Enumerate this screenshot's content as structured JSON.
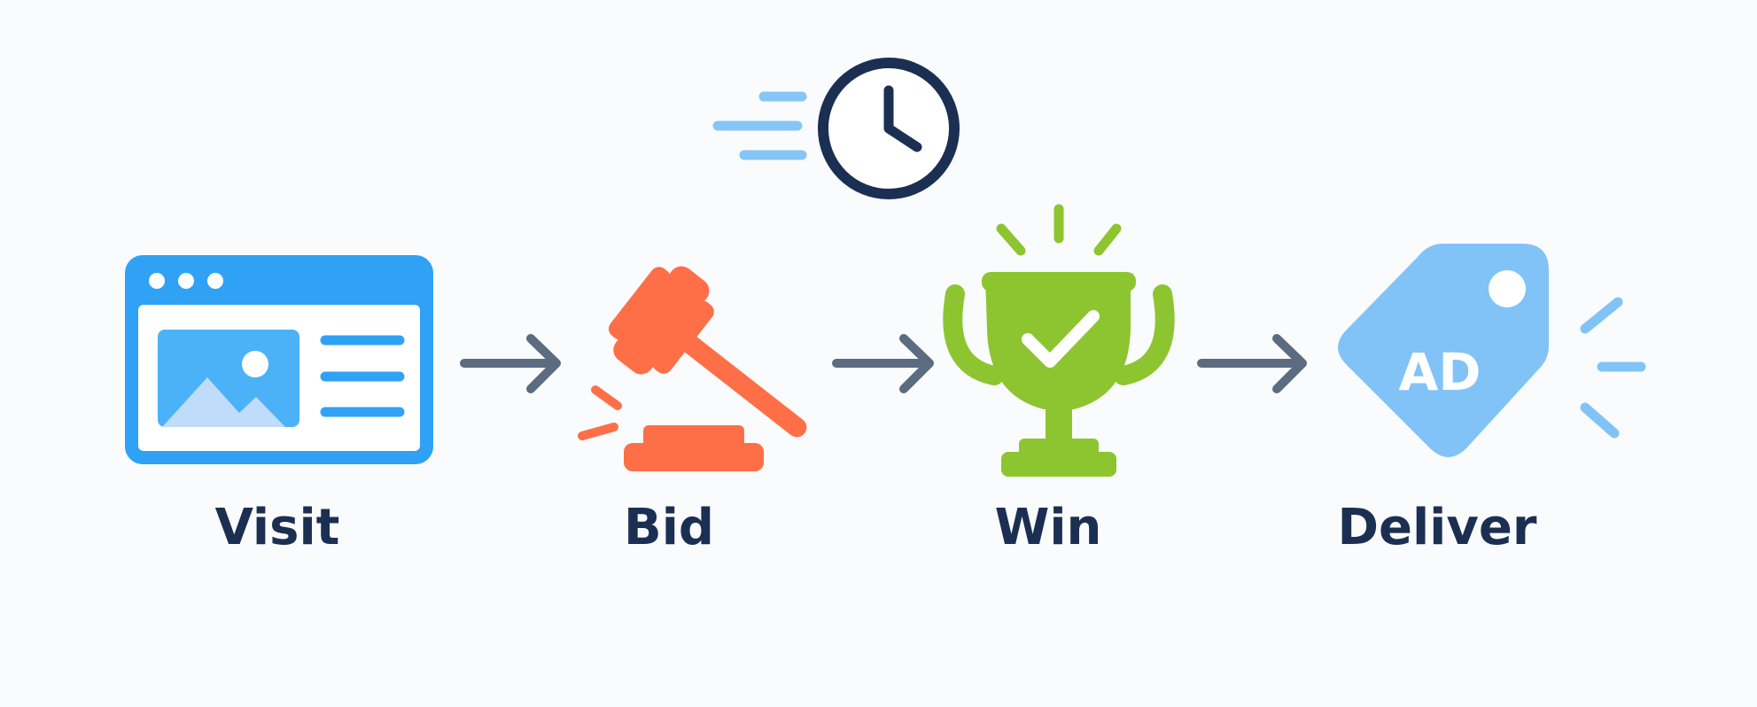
{
  "colors": {
    "background": "#fafbfc",
    "visit_blue": "#2fa2f5",
    "visit_light": "#bfdcfa",
    "bid_orange": "#ff6f47",
    "win_green": "#8dc530",
    "deliver_blue": "#82c3f7",
    "navy": "#1b2f52",
    "arrow_gray": "#5b6b80",
    "speed_lines": "#86c6f7"
  },
  "icons": {
    "timer": "clock-icon",
    "visit": "browser-window-icon",
    "bid": "gavel-icon",
    "win": "trophy-check-icon",
    "deliver": "ad-tag-icon",
    "connector": "arrow-right-icon"
  },
  "steps": [
    {
      "label": "Visit"
    },
    {
      "label": "Bid"
    },
    {
      "label": "Win"
    },
    {
      "label": "Deliver"
    }
  ],
  "deliver_tag_text": "AD"
}
